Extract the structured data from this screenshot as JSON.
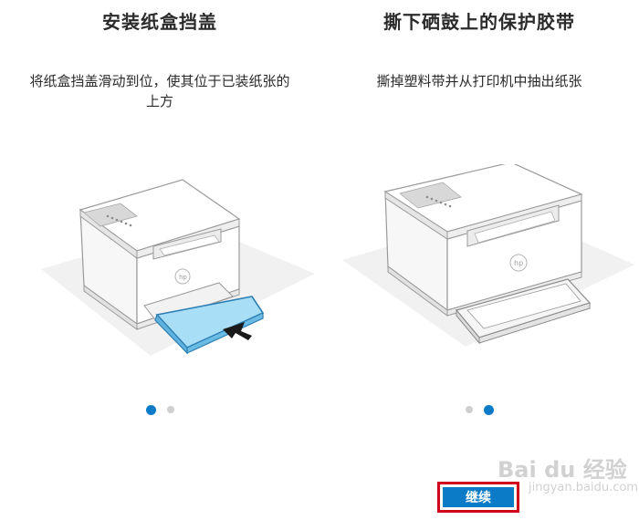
{
  "panels": [
    {
      "title": "安装纸盒挡盖",
      "description": "将纸盒挡盖滑动到位，使其位于已装纸张的上方",
      "dots": [
        {
          "state": "active"
        },
        {
          "state": "inactive"
        }
      ]
    },
    {
      "title": "撕下硒鼓上的保护胶带",
      "description": "撕掉塑料带并从打印机中抽出纸张",
      "dots": [
        {
          "state": "inactive"
        },
        {
          "state": "active"
        }
      ]
    }
  ],
  "actions": {
    "continue_label": "继续"
  },
  "watermark": {
    "text": "Bai du 经验",
    "subtext": "jingyan.baidu.com"
  },
  "colors": {
    "accent": "#0b7bc7",
    "highlight_border": "#d0021b",
    "cover_fill": "#a9def7",
    "dot_inactive": "#cfcfcf"
  },
  "icons": {
    "printer": "printer-illustration",
    "arrow": "push-arrow-icon"
  }
}
